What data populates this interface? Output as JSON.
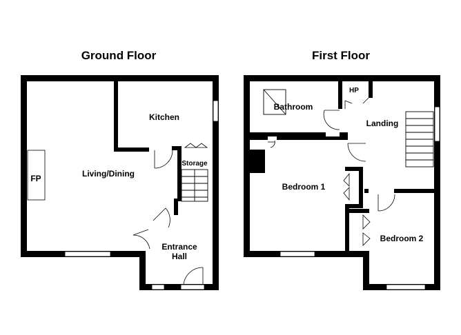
{
  "floors": {
    "ground": {
      "title": "Ground Floor",
      "rooms": {
        "kitchen": "Kitchen",
        "living_dining": "Living/Dining",
        "fp": "FP",
        "storage": "Storage",
        "entrance_line1": "Entrance",
        "entrance_line2": "Hall"
      }
    },
    "first": {
      "title": "First Floor",
      "rooms": {
        "hp": "HP",
        "bathroom": "Bathroom",
        "landing": "Landing",
        "bedroom1": "Bedroom 1",
        "bedroom2": "Bedroom 2"
      }
    }
  },
  "colors": {
    "wall": "#000000",
    "background": "#ffffff"
  }
}
